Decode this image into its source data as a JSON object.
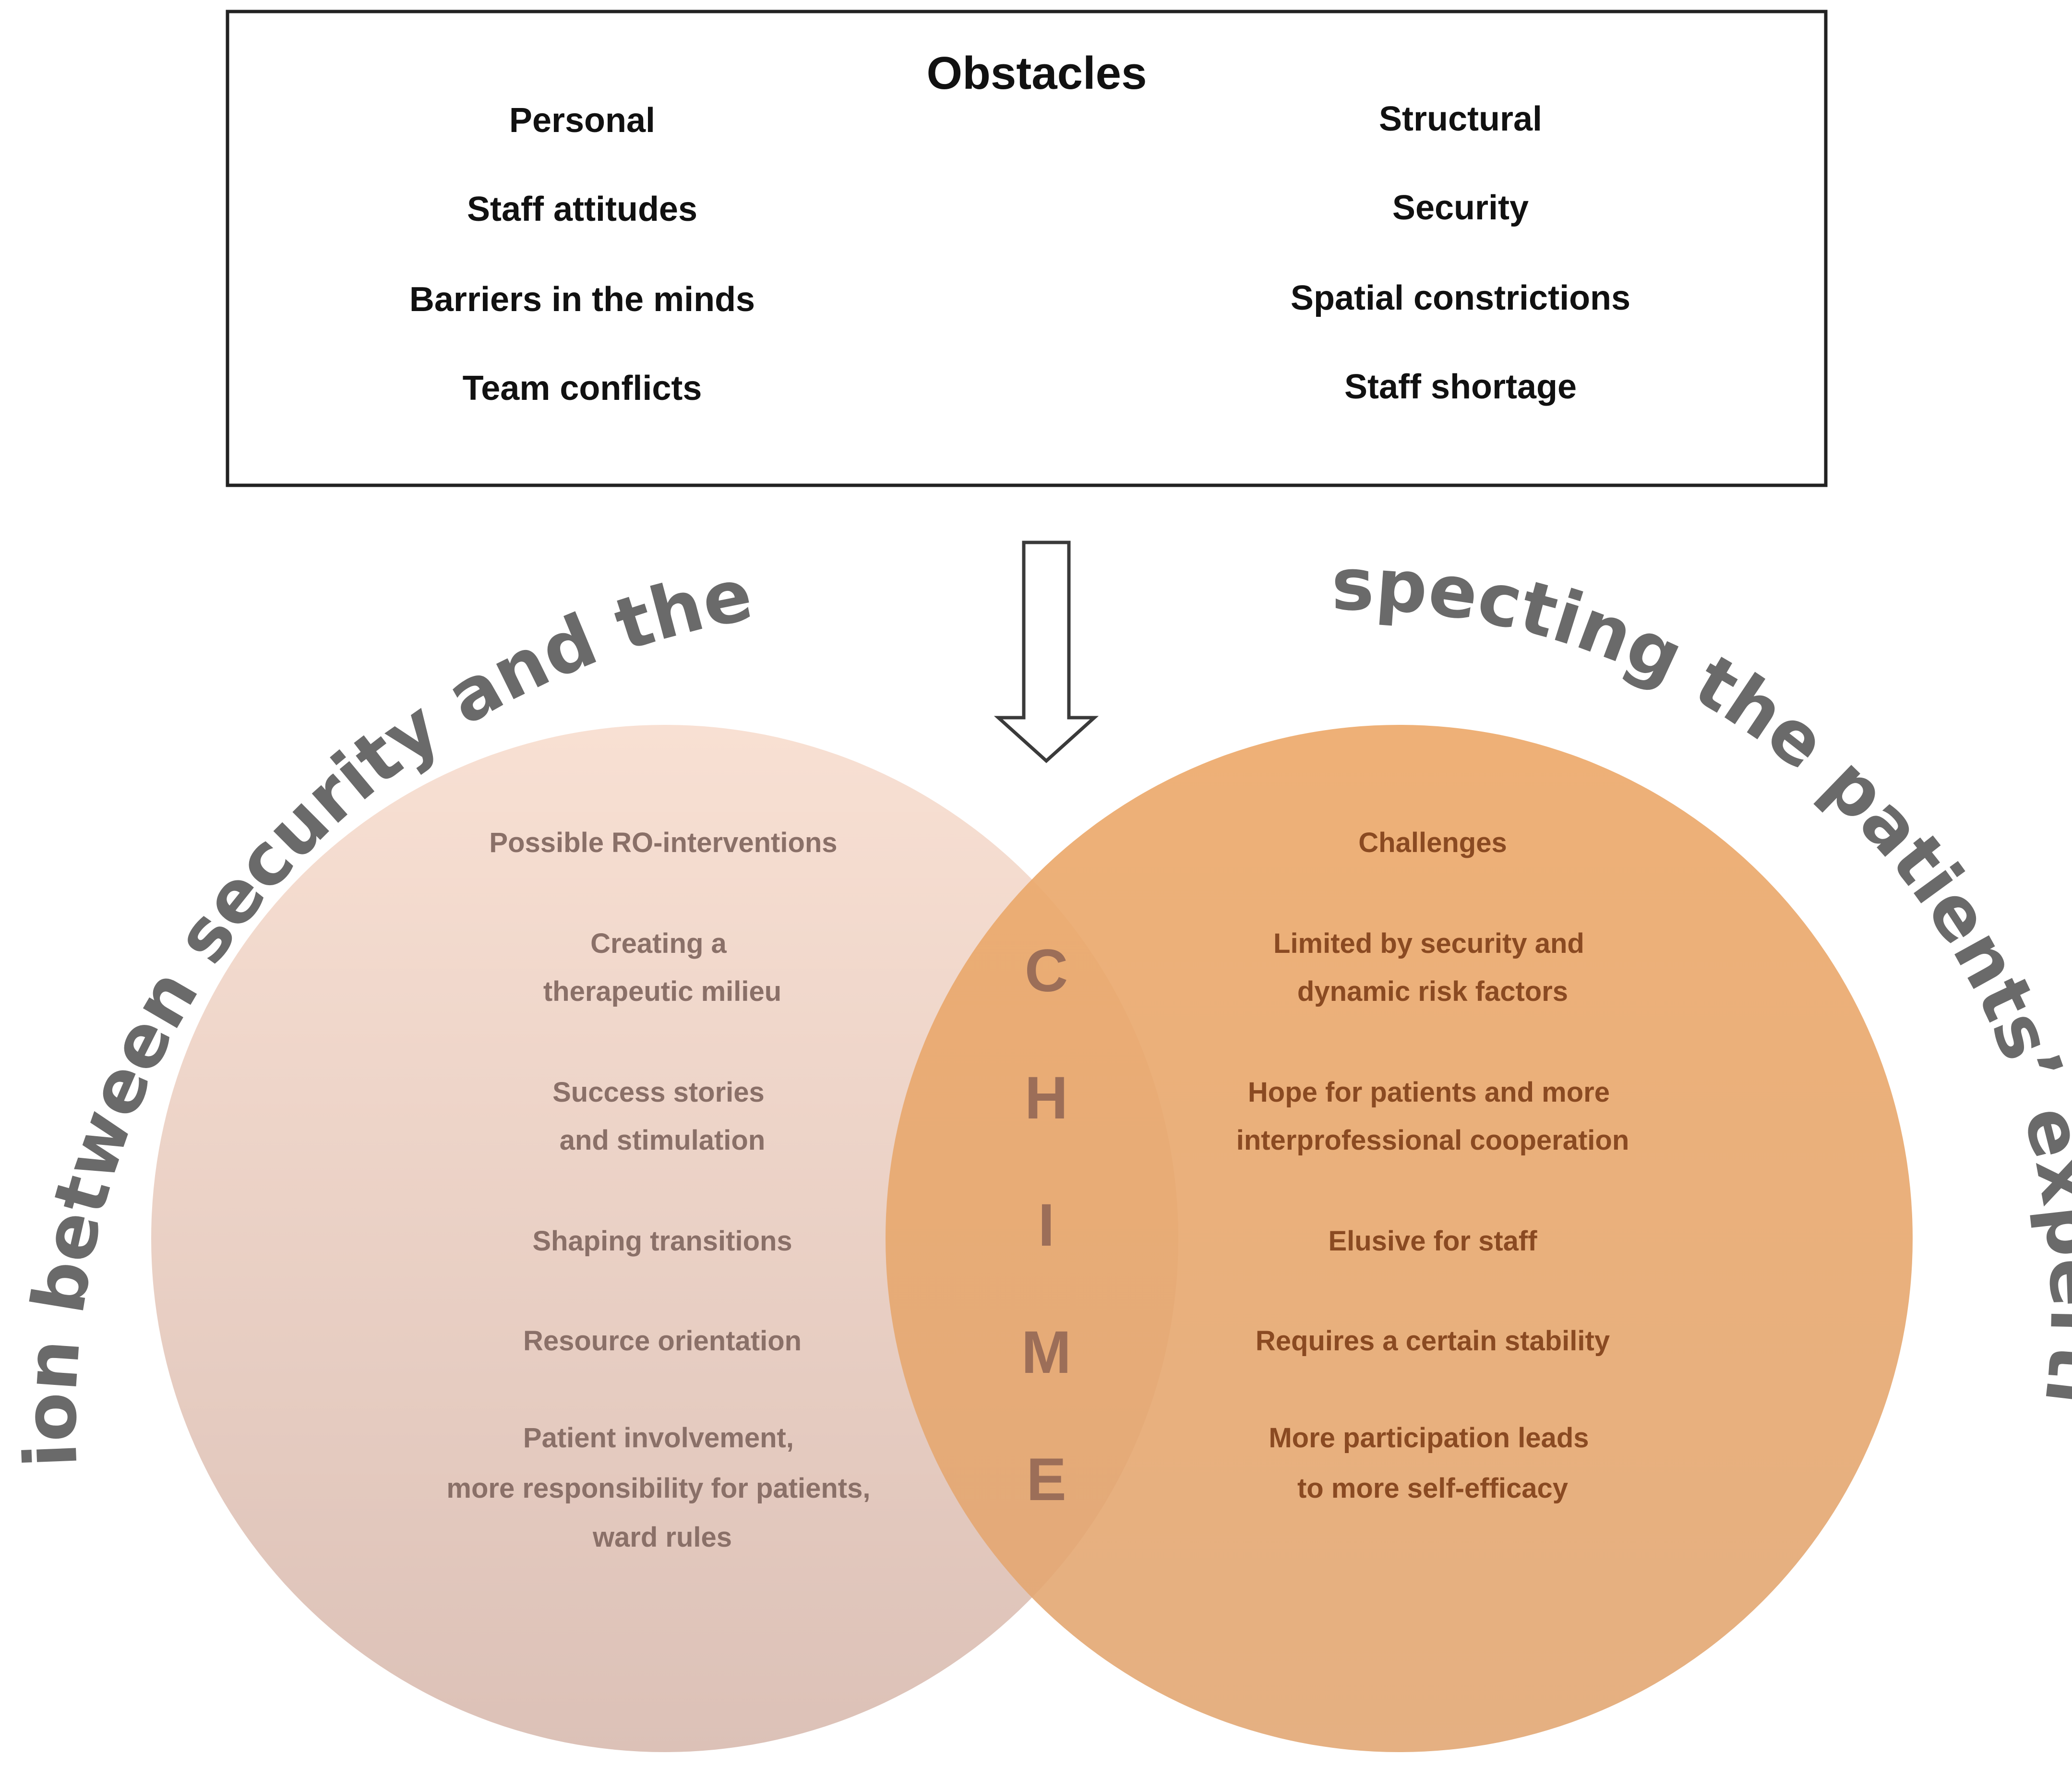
{
  "obstacles": {
    "title": "Obstacles",
    "personal": {
      "heading": "Personal",
      "items": [
        "Staff attitudes",
        "Barriers in the minds",
        "Team conflicts"
      ]
    },
    "structural": {
      "heading": "Structural",
      "items": [
        "Security",
        "Spatial constrictions",
        "Staff shortage"
      ]
    }
  },
  "left_circle": {
    "heading": "Possible RO-interventions",
    "items": [
      [
        "Creating a",
        "therapeutic milieu"
      ],
      [
        "Success stories",
        "and stimulation"
      ],
      [
        "Shaping transitions"
      ],
      [
        "Resource orientation"
      ],
      [
        "Patient involvement,",
        "more responsibility for patients,",
        "ward rules"
      ]
    ]
  },
  "right_circle": {
    "heading": "Challenges",
    "items": [
      [
        "Limited by security and",
        "dynamic risk factors"
      ],
      [
        "Hope for patients and more",
        "interprofessional cooperation"
      ],
      [
        "Elusive for staff"
      ],
      [
        "Requires a certain stability"
      ],
      [
        "More participation leads",
        "to more self-efficacy"
      ]
    ]
  },
  "chime_letters": [
    "C",
    "H",
    "I",
    "M",
    "E"
  ],
  "arc_texts": {
    "left": "tension between security and therapy",
    "right": "respecting the patients’ expertise"
  },
  "colors": {
    "left_circle_top": "#f6dccf",
    "left_circle_bottom": "#dfc3b8",
    "right_circle": "#eba566",
    "arc_text": "#6a6a6a"
  }
}
